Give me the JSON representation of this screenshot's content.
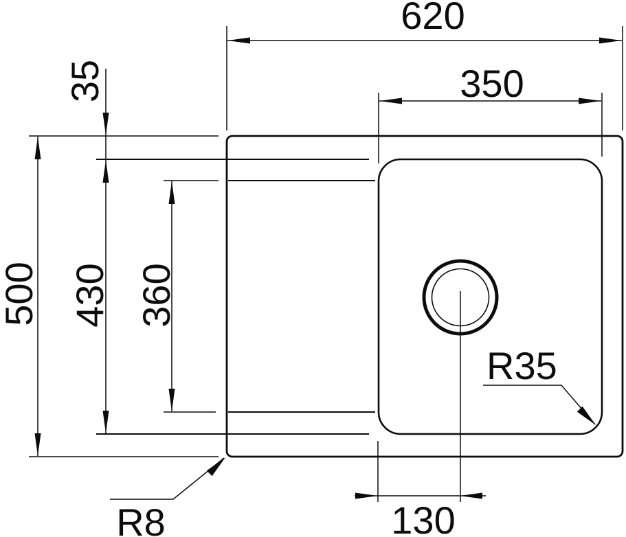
{
  "drawing": {
    "type": "technical-dimension-drawing",
    "subject": "kitchen sink with single bowl and drainboard, top view",
    "units_note": "mm (implied, not shown)",
    "colors": {
      "line": "#0c0c0c",
      "background": "#ffffff"
    },
    "dimensions": {
      "overall_width": "620",
      "overall_depth": "500",
      "rim_offset_top": "35",
      "bowl_width": "350",
      "inner_depth": "430",
      "drainboard_depth": "360",
      "drain_offset_from_bowl_edge": "130",
      "bowl_corner_radius": "R35",
      "outer_corner_radius": "R8"
    }
  }
}
